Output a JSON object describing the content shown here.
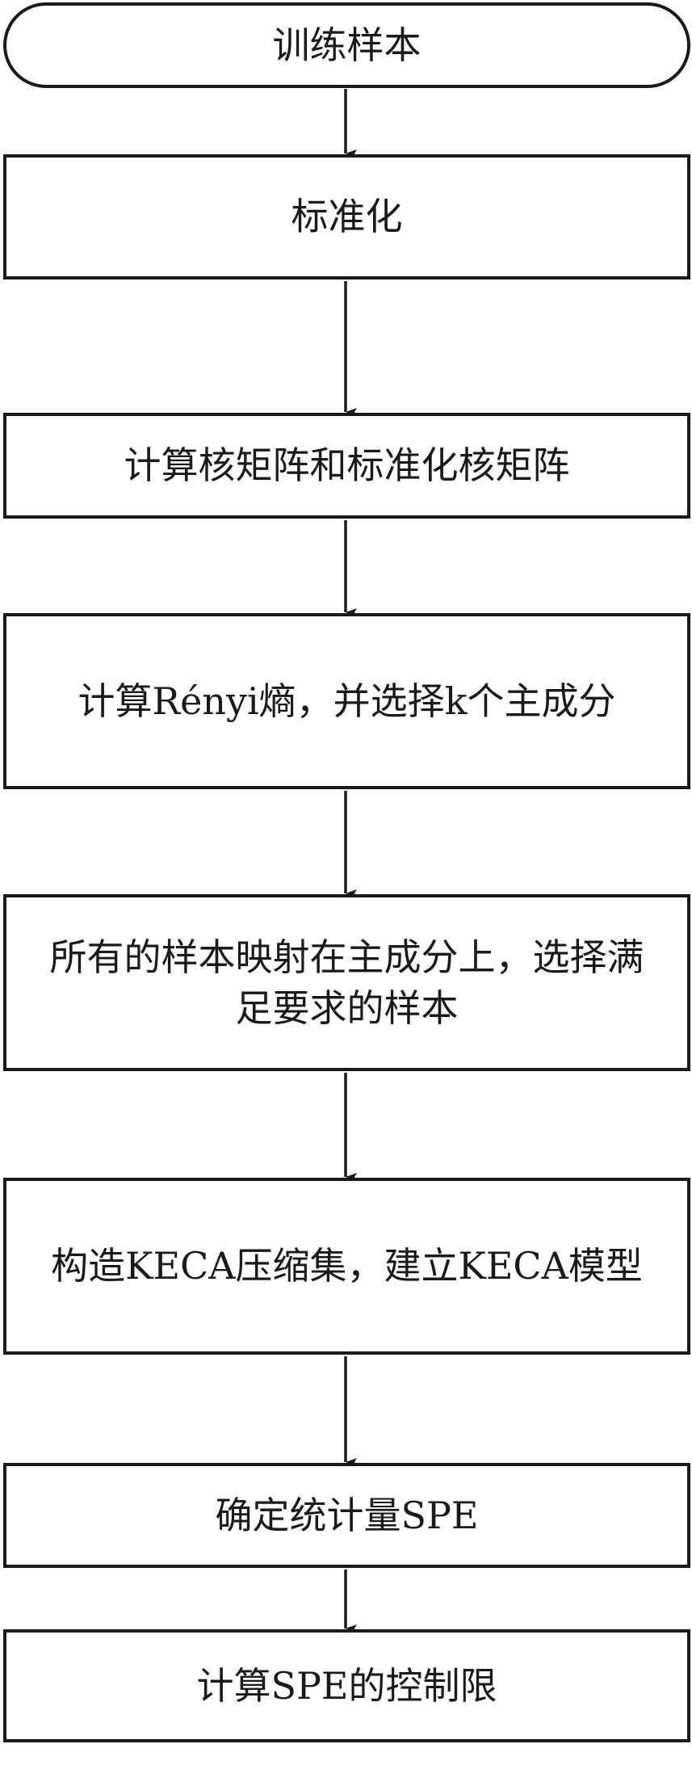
{
  "flowchart": {
    "steps": [
      {
        "label": "训练样本"
      },
      {
        "label": "标准化"
      },
      {
        "label": "计算核矩阵和标准化核矩阵"
      },
      {
        "label": "计算Rényi熵，并选择k个主成分"
      },
      {
        "label": "所有的样本映射在主成分上，选择满足要求的样本"
      },
      {
        "label": "构造KECA压缩集，建立KECA模型"
      },
      {
        "label": "确定统计量SPE"
      },
      {
        "label": "计算SPE的控制限"
      }
    ]
  }
}
